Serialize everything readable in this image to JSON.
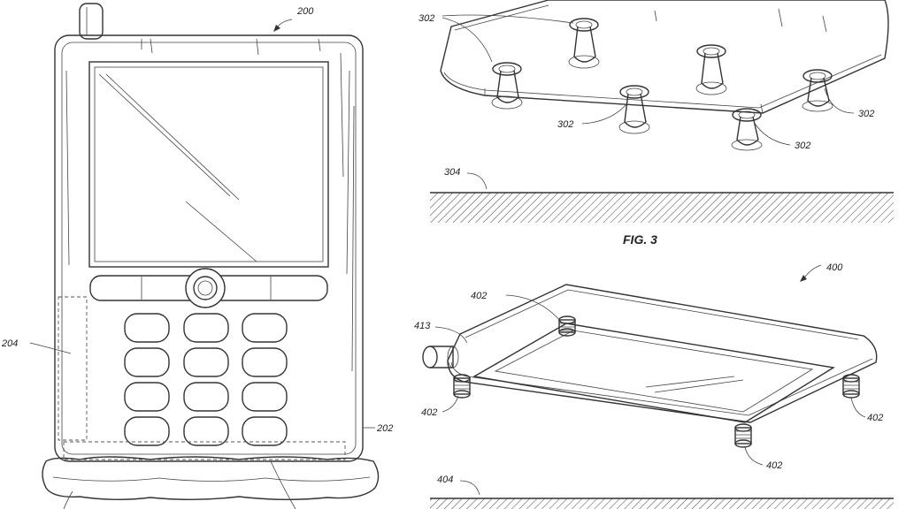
{
  "labels": {
    "ref_200": "200",
    "ref_204": "204",
    "ref_202": "202",
    "ref_302_top": "302",
    "ref_302_mid": "302",
    "ref_302_right": "302",
    "ref_302_bottom": "302",
    "ref_304": "304",
    "fig3_caption": "FIG. 3",
    "ref_400": "400",
    "ref_402_top": "402",
    "ref_413": "413",
    "ref_402_left": "402",
    "ref_402_right": "402",
    "ref_402_bottom": "402",
    "ref_404": "404"
  },
  "colors": {
    "line": "#333333",
    "background": "#ffffff"
  }
}
